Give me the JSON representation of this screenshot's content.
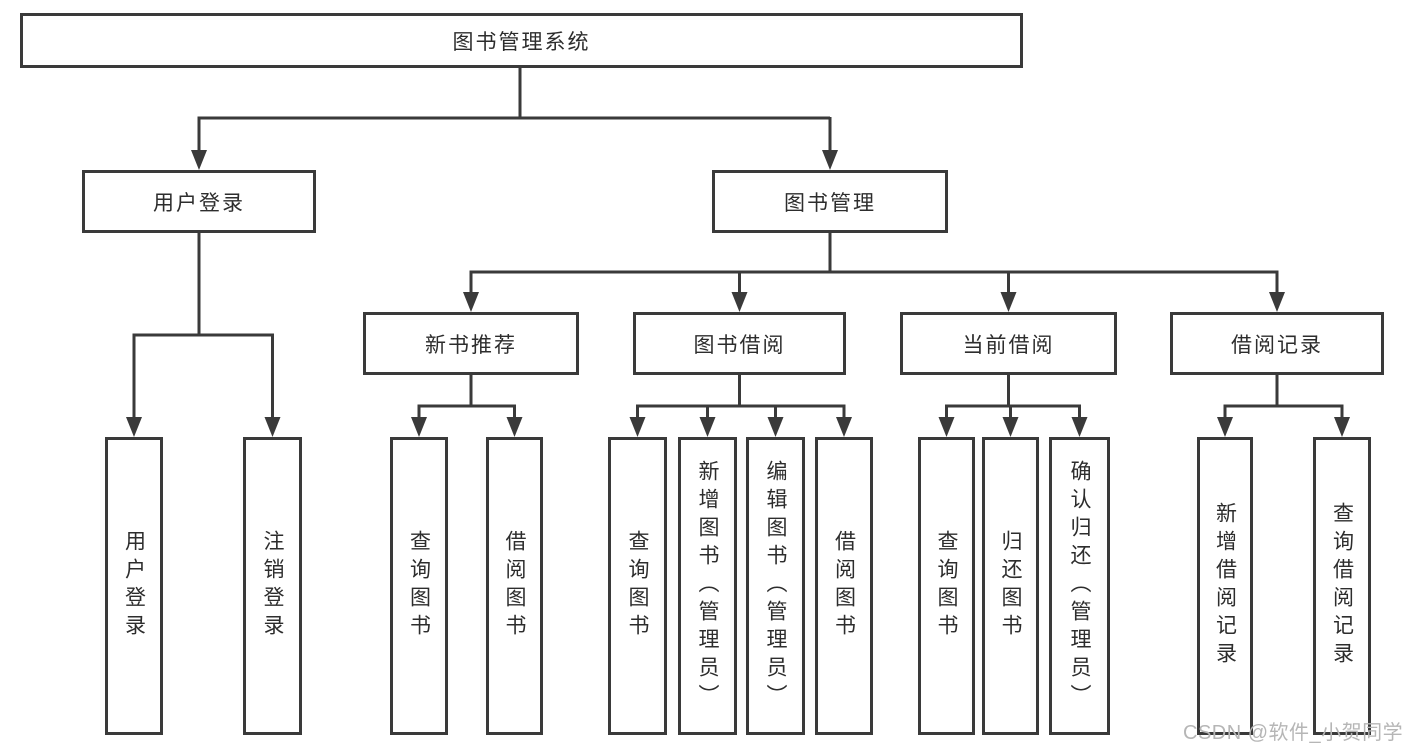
{
  "diagram": {
    "title": "图书管理系统",
    "level2": [
      {
        "label": "用户登录"
      },
      {
        "label": "图书管理"
      }
    ],
    "level3": [
      {
        "label": "新书推荐",
        "parent": "图书管理"
      },
      {
        "label": "图书借阅",
        "parent": "图书管理"
      },
      {
        "label": "当前借阅",
        "parent": "图书管理"
      },
      {
        "label": "借阅记录",
        "parent": "图书管理"
      }
    ],
    "leaves": [
      {
        "label": "用户登录",
        "parent": "用户登录"
      },
      {
        "label": "注销登录",
        "parent": "用户登录"
      },
      {
        "label": "查询图书",
        "parent": "新书推荐"
      },
      {
        "label": "借阅图书",
        "parent": "新书推荐"
      },
      {
        "label": "查询图书",
        "parent": "图书借阅"
      },
      {
        "label": "新增图书（管理员）",
        "parent": "图书借阅"
      },
      {
        "label": "编辑图书（管理员）",
        "parent": "图书借阅"
      },
      {
        "label": "借阅图书",
        "parent": "图书借阅"
      },
      {
        "label": "查询图书",
        "parent": "当前借阅"
      },
      {
        "label": "归还图书",
        "parent": "当前借阅"
      },
      {
        "label": "确认归还（管理员）",
        "parent": "当前借阅"
      },
      {
        "label": "新增借阅记录",
        "parent": "借阅记录"
      },
      {
        "label": "查询借阅记录",
        "parent": "借阅记录"
      }
    ],
    "watermark": "CSDN @软件_小贺同学",
    "colors": {
      "line": "#3a3a3a",
      "box_border": "#3a3a3a",
      "text": "#2d2d2d",
      "watermark": "#b6b6b6",
      "background": "#ffffff"
    }
  }
}
